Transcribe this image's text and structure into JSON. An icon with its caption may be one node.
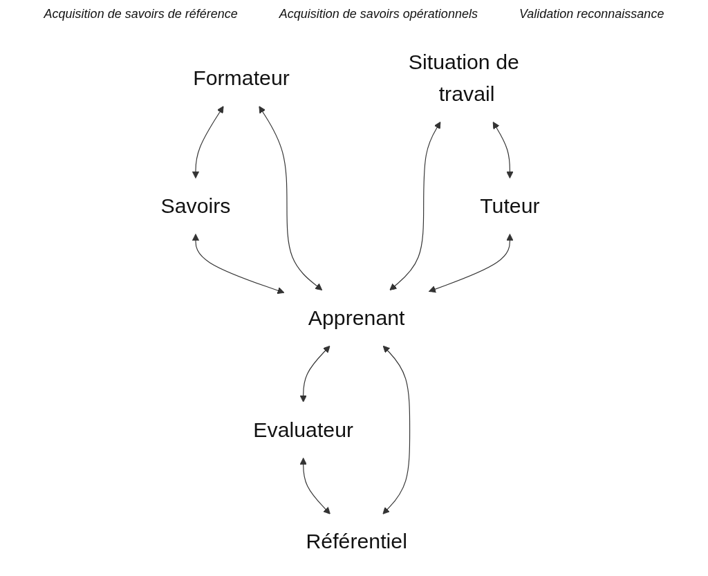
{
  "diagram": {
    "nodes": [
      {
        "text": [
          "Formateur"
        ]
      },
      {
        "text": [
          "Situation de travail"
        ]
      },
      {
        "text": [
          "Savoirs"
        ]
      },
      {
        "text": [
          "Apprenant"
        ]
      },
      {
        "text": [
          "Tuteur"
        ]
      },
      {
        "text": [
          "Evaluateur"
        ]
      },
      {
        "text": [
          "Référentiel"
        ]
      }
    ],
    "edges": [
      {
        "from": 0,
        "to": 2,
        "arrow": "both"
      },
      {
        "from": 0,
        "to": 3,
        "arrow": "both"
      },
      {
        "from": 1,
        "to": 3,
        "arrow": "both"
      },
      {
        "from": 1,
        "to": 4,
        "arrow": "both"
      },
      {
        "from": 2,
        "to": 3,
        "arrow": "both"
      },
      {
        "from": 4,
        "to": 3,
        "arrow": "both"
      },
      {
        "from": 3,
        "to": 5,
        "arrow": "both"
      },
      {
        "from": 3,
        "to": 6,
        "arrow": "both"
      },
      {
        "from": 5,
        "to": 6,
        "arrow": "both"
      }
    ],
    "labels": [
      "Acquisition de savoirs de référence",
      "Acquisition de savoirs opérationnels",
      "Validation reconnaissance"
    ]
  }
}
